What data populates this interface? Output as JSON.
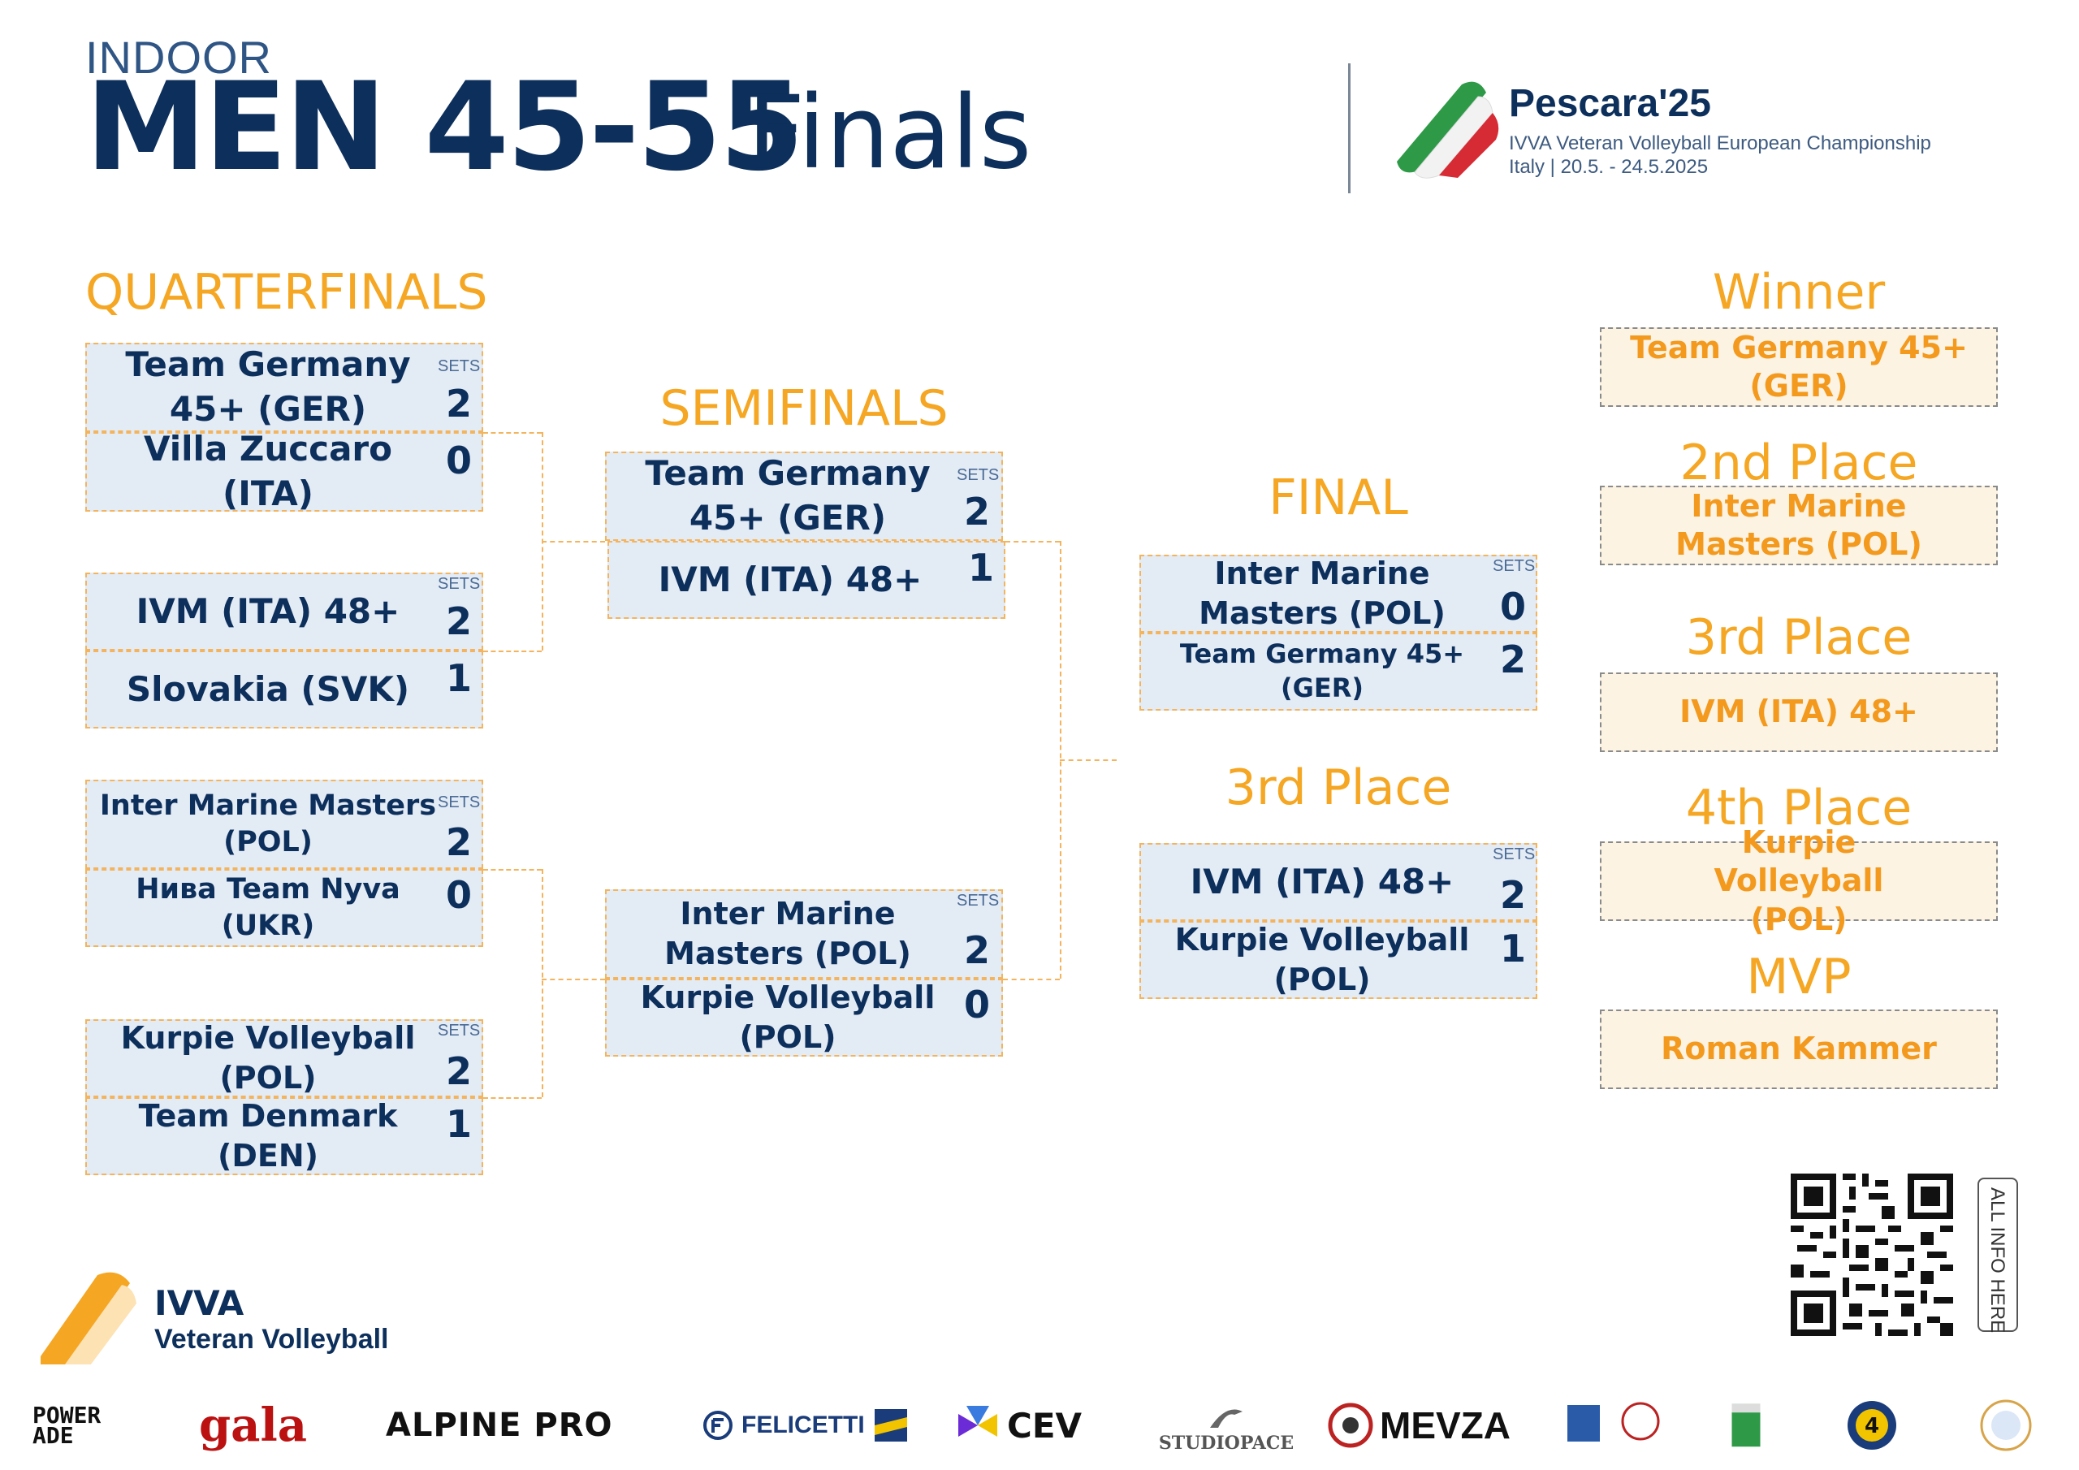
{
  "header": {
    "indoor": "INDOOR",
    "title": "MEN 45-55",
    "subtitle": "Finals",
    "event_name": "Pescara'25",
    "event_line1": "IVVA Veteran Volleyball European Championship",
    "event_line2": "Italy | 20.5. - 24.5.2025"
  },
  "sections": {
    "quarterfinals": "QUARTERFINALS",
    "semifinals": "SEMIFINALS",
    "final": "FINAL",
    "third_place": "3rd Place"
  },
  "sets_label": "SETS",
  "quarterfinals": [
    {
      "team1": "Team Germany 45+ (GER)",
      "score1": "2",
      "team2": "Villa Zuccaro (ITA)",
      "score2": "0"
    },
    {
      "team1": "IVM (ITA) 48+",
      "score1": "2",
      "team2": "Slovakia (SVK)",
      "score2": "1"
    },
    {
      "team1": "Inter Marine Masters (POL)",
      "score1": "2",
      "team2": "Нива Team Nyva (UKR)",
      "score2": "0"
    },
    {
      "team1": "Kurpie Volleyball (POL)",
      "score1": "2",
      "team2": "Team Denmark (DEN)",
      "score2": "1"
    }
  ],
  "semifinals": [
    {
      "team1": "Team Germany 45+ (GER)",
      "score1": "2",
      "team2": "IVM (ITA) 48+",
      "score2": "1"
    },
    {
      "team1": "Inter Marine Masters (POL)",
      "score1": "2",
      "team2": "Kurpie Volleyball (POL)",
      "score2": "0"
    }
  ],
  "final": {
    "team1": "Inter Marine Masters (POL)",
    "score1": "0",
    "team2": "Team Germany 45+ (GER)",
    "score2": "2"
  },
  "third": {
    "team1": "IVM (ITA) 48+",
    "score1": "2",
    "team2": "Kurpie Volleyball (POL)",
    "score2": "1"
  },
  "results": {
    "winner_label": "Winner",
    "winner": "Team Germany 45+ (GER)",
    "second_label": "2nd Place",
    "second": "Inter Marine Masters (POL)",
    "third_label": "3rd Place",
    "third": "IVM (ITA) 48+",
    "fourth_label": "4th Place",
    "fourth": "Kurpie Volleyball (POL)",
    "mvp_label": "MVP",
    "mvp": "Roman Kammer"
  },
  "footer": {
    "ivva_1": "IVVA",
    "ivva_2": "Veteran Volleyball",
    "all_info": "ALL INFO HERE",
    "sponsors": [
      "POWER ADE",
      "gala",
      "ALPINE PRO",
      "FELICETTI",
      "CEV",
      "STUDIOPACE",
      "MEVZA"
    ]
  },
  "colors": {
    "navy": "#0d2f5b",
    "orange": "#f5a623",
    "box_blue": "#e3ebf5",
    "box_cream": "#fdf3e3"
  }
}
